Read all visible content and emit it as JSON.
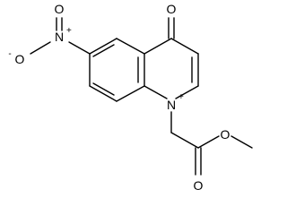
{
  "molecule": {
    "atoms": {
      "ketone_oxygen": "O",
      "ring_nitrogen": "N",
      "ring_nitrogen_charge": "+",
      "nitro_nitrogen": "N",
      "nitro_nitrogen_charge": "+",
      "nitro_oxygen_double": "O",
      "nitro_oxygen_anion": "O",
      "nitro_oxygen_anion_charge": "-",
      "ester_carbonyl_oxygen": "O",
      "ester_ether_oxygen": "O"
    }
  },
  "colors": {
    "bond": "#000000",
    "background": "#ffffff"
  }
}
